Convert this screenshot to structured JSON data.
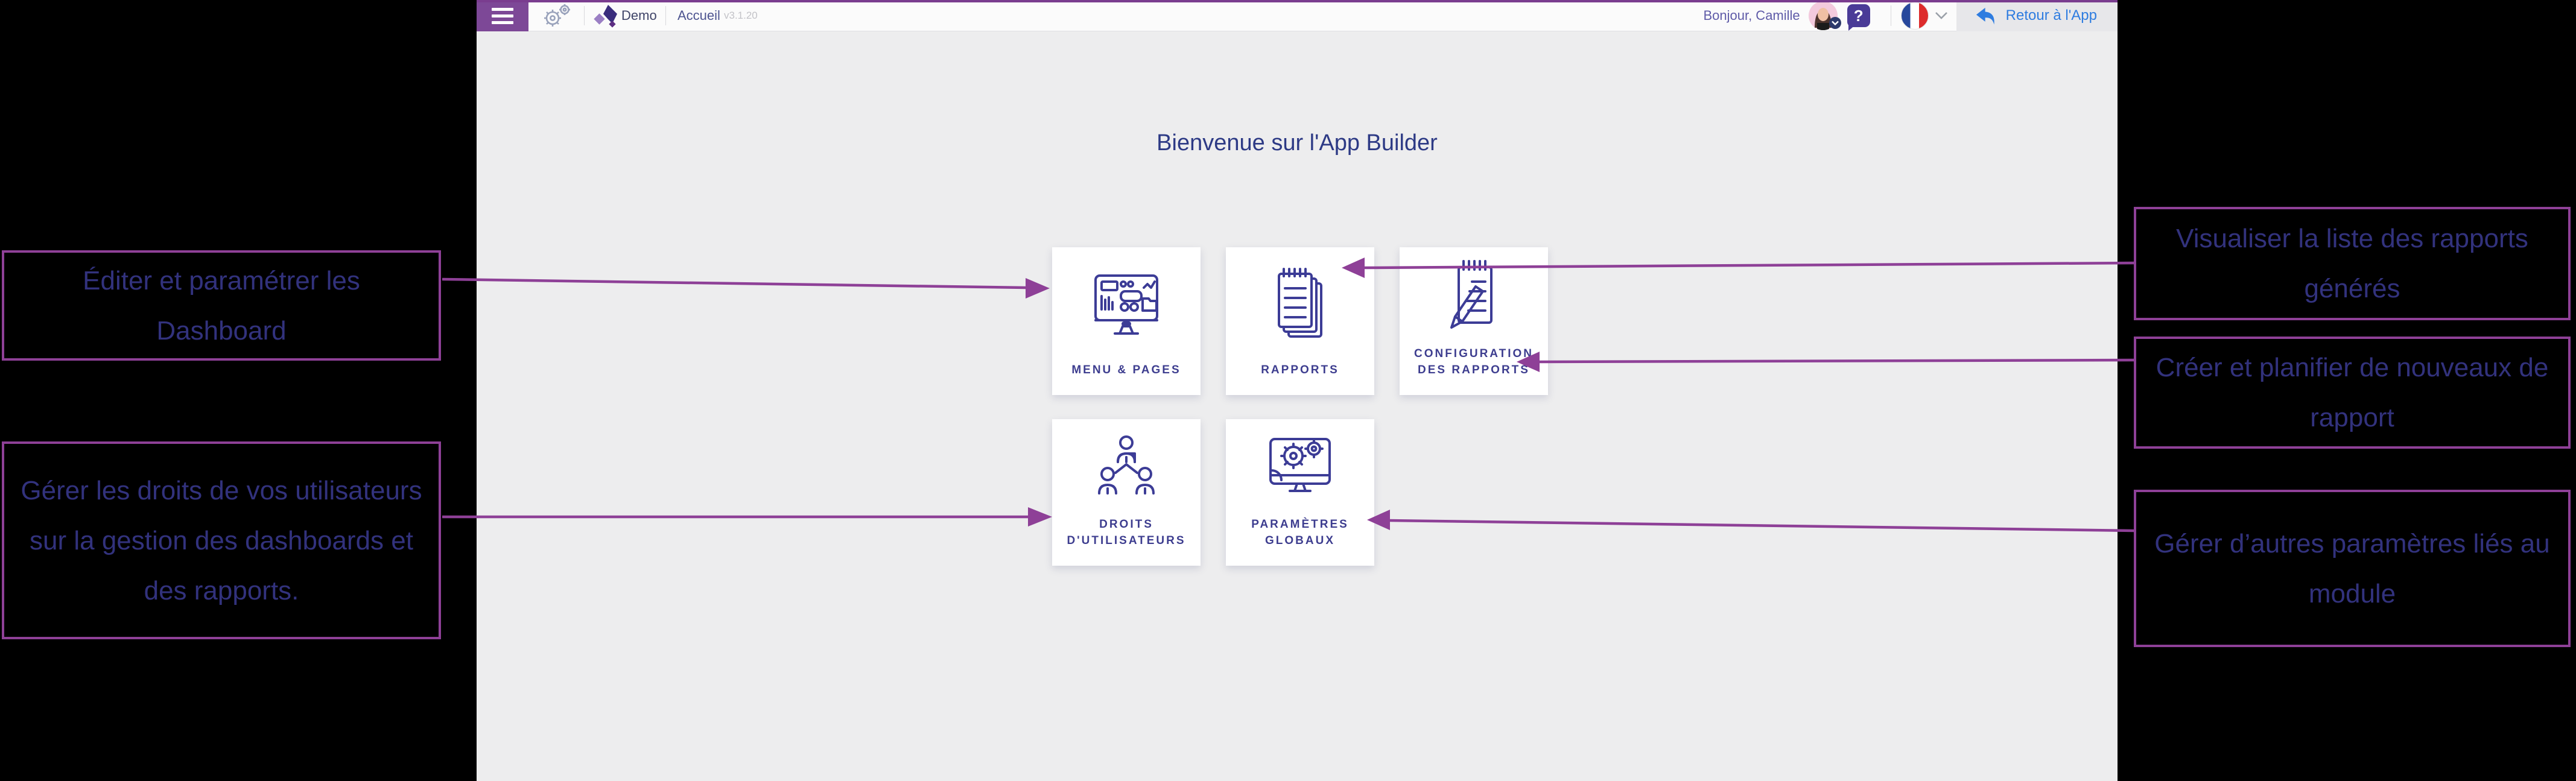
{
  "topbar": {
    "app_name": "Demo",
    "page": "Accueil",
    "version": "v3.1.20",
    "greeting": "Bonjour, Camille",
    "help_label": "?",
    "back_button": "Retour à l'App"
  },
  "main": {
    "title": "Bienvenue sur l'App Builder",
    "tiles": [
      {
        "label": "MENU & PAGES",
        "icon": "dashboard-monitor-icon"
      },
      {
        "label": "RAPPORTS",
        "icon": "report-stack-icon"
      },
      {
        "label": "CONFIGURATION DES RAPPORTS",
        "icon": "report-edit-icon"
      },
      {
        "label": "DROITS D'UTILISATEURS",
        "icon": "users-hierarchy-icon"
      },
      {
        "label": "PARAMÈTRES GLOBAUX",
        "icon": "settings-monitor-icon"
      }
    ]
  },
  "annotations": {
    "left": [
      {
        "text": "Éditer et paramétrer les Dashboard"
      },
      {
        "text": "Gérer les droits de vos utilisateurs sur la gestion des dashboards et des rapports."
      }
    ],
    "right": [
      {
        "text": "Visualiser la liste des rapports générés"
      },
      {
        "text": "Créer et planifier de nouveaux de rapport"
      },
      {
        "text": "Gérer d’autres paramètres liés au module"
      }
    ]
  },
  "icons": {
    "topbar": [
      "hamburger-icon",
      "double-gear-icon",
      "app-logo",
      "avatar",
      "chevron-down-icon",
      "help-icon",
      "french-flag-icon",
      "back-arrow-icon"
    ]
  },
  "colors": {
    "annotation_purple": "#8e4097",
    "annotation_text": "#32327d",
    "title_text": "#2d3a85",
    "tile_text": "#3d3d8f",
    "topbar_purple": "#7d4897",
    "top_line": "#7a3d8f",
    "link_blue": "#2e7ce0",
    "app_background": "#ededee",
    "canvas_background": "#000000"
  }
}
